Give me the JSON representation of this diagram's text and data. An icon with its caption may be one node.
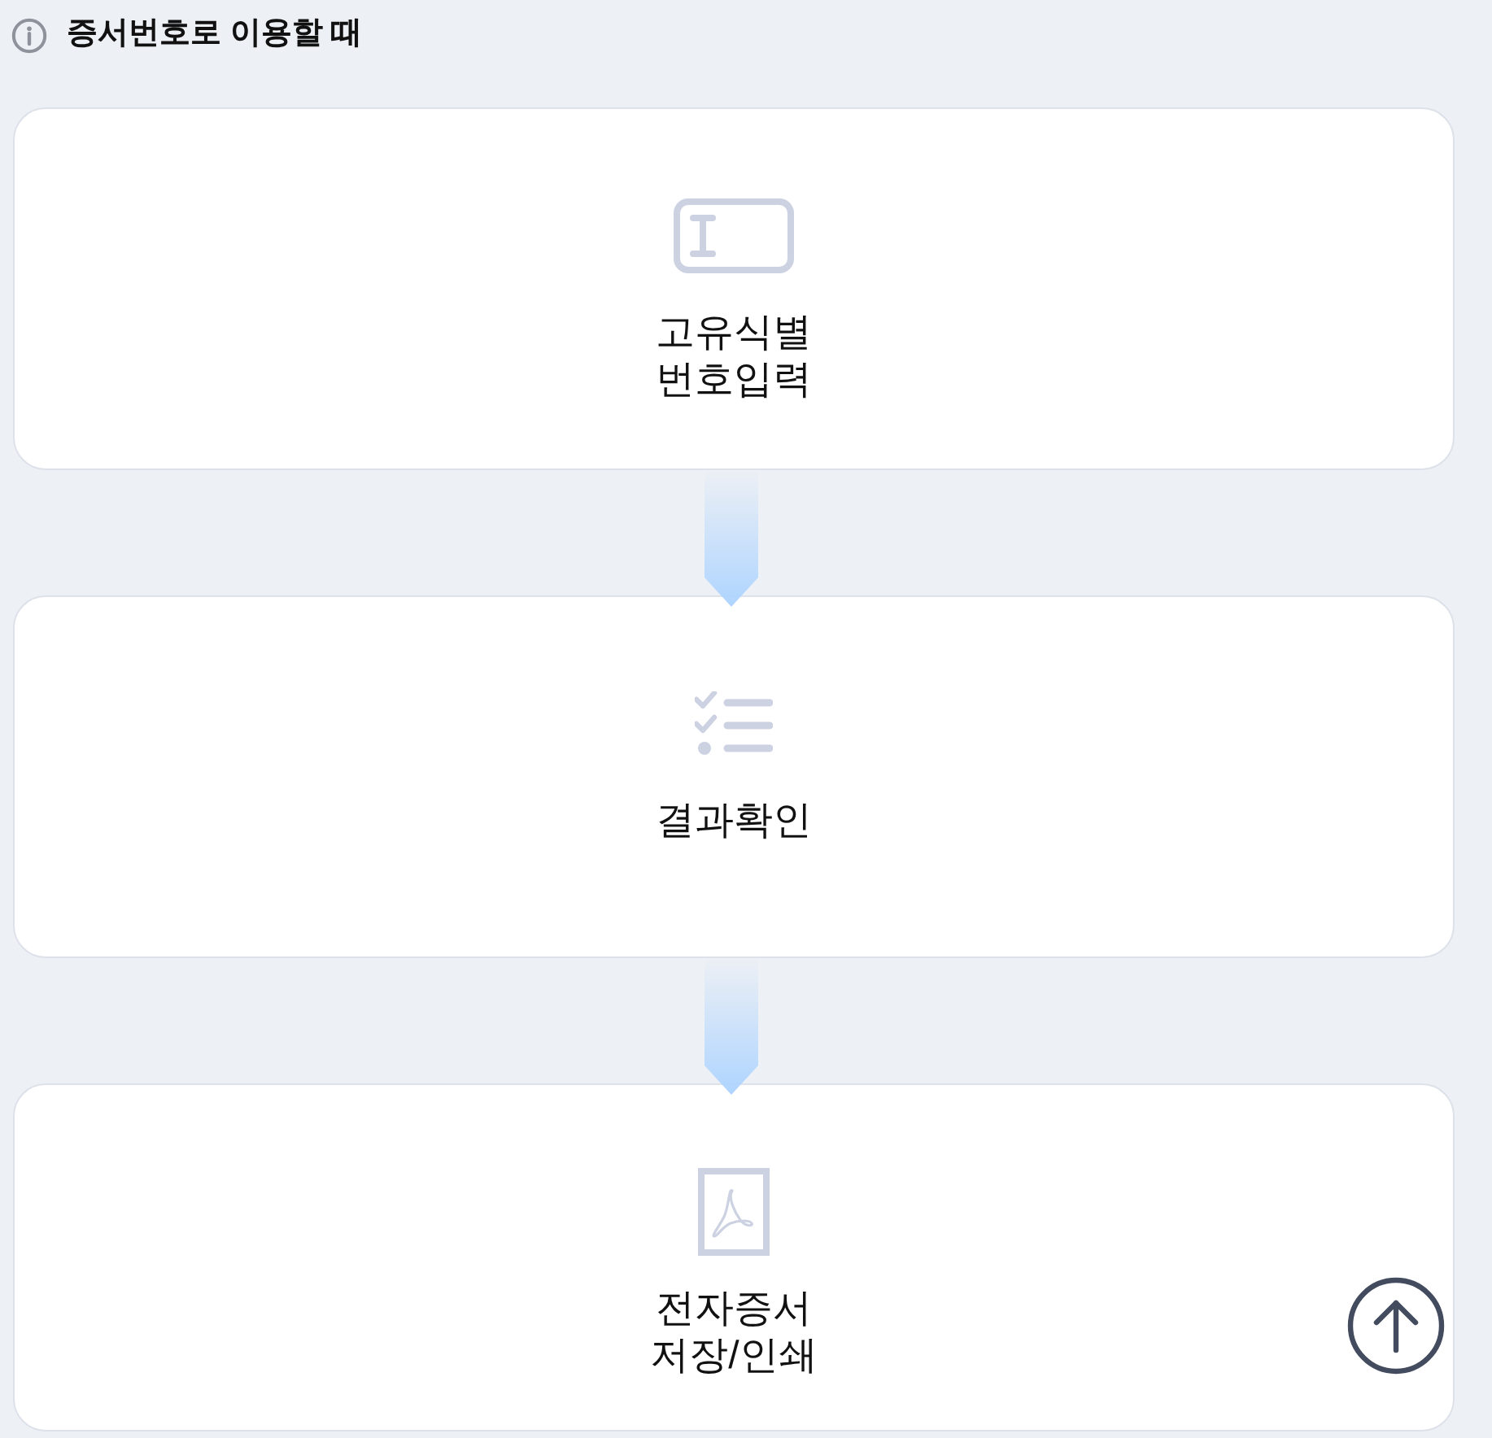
{
  "diagram": {
    "title": "증서번호로 이용할 때",
    "nodes": [
      {
        "text": [
          "고유식별 번호입력"
        ]
      },
      {
        "text": [
          "결과확인"
        ]
      },
      {
        "text": [
          "전자증서 저장/인쇄"
        ]
      }
    ],
    "edges": [
      {
        "from": 0,
        "to": 1,
        "arrow": "to"
      },
      {
        "from": 1,
        "to": 2,
        "arrow": "to"
      }
    ]
  }
}
